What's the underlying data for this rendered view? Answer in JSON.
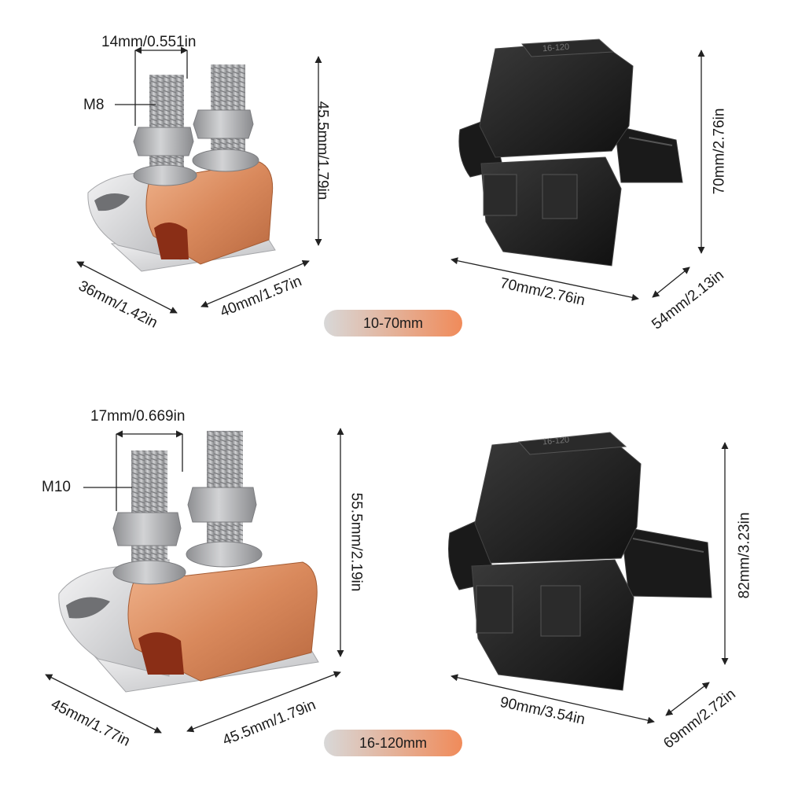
{
  "set_1": {
    "bolt_spacing": "14mm/0.551in",
    "bolt_size": "M8",
    "height": "45.5mm/1.79in",
    "depth": "36mm/1.42in",
    "width": "40mm/1.57in",
    "cover_height": "70mm/2.76in",
    "cover_width": "70mm/2.76in",
    "cover_depth": "54mm/2.13in",
    "range_badge": "10-70mm",
    "cover_marking": "16-120"
  },
  "set_2": {
    "bolt_spacing": "17mm/0.669in",
    "bolt_size": "M10",
    "height": "55.5mm/2.19in",
    "depth": "45mm/1.77in",
    "width": "45.5mm/1.79in",
    "cover_height": "82mm/3.23in",
    "cover_width": "90mm/3.54in",
    "cover_depth": "69mm/2.72in",
    "range_badge": "16-120mm",
    "cover_marking": "16-120"
  },
  "colors": {
    "copper": "#d98a5c",
    "aluminum": "#d9dadc",
    "steel": "#a8a9ab",
    "cover": "#1c1c1c",
    "badge_start": "#d8d8d8",
    "badge_end": "#f08b5a"
  }
}
